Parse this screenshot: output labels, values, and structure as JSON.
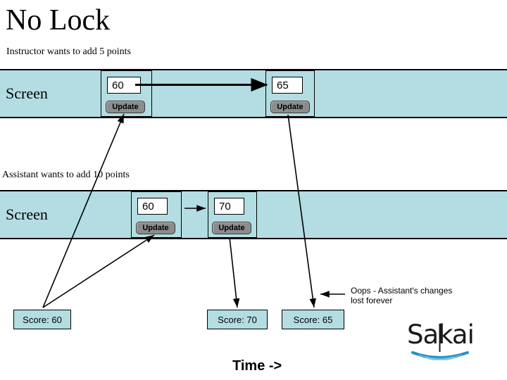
{
  "page": {
    "title": "No Lock",
    "time_axis_label": "Time ->"
  },
  "captions": {
    "instructor": "Instructor wants to add 5 points",
    "assistant": "Assistant wants to add 10 points"
  },
  "bands": [
    {
      "label": "Screen",
      "groups": [
        {
          "value": "60",
          "button_label": "Update"
        },
        {
          "value": "65",
          "button_label": "Update"
        }
      ]
    },
    {
      "label": "Screen",
      "groups": [
        {
          "value": "60",
          "button_label": "Update"
        },
        {
          "value": "70",
          "button_label": "Update"
        }
      ]
    }
  ],
  "scores": [
    {
      "label": "Score: 60"
    },
    {
      "label": "Score: 70"
    },
    {
      "label": "Score: 65"
    }
  ],
  "annotation": {
    "line1": "Oops - Assistant's changes",
    "line2": "lost forever"
  },
  "logo": {
    "wordmark": "Sakai",
    "ripple_color": "#2a8fbd"
  },
  "colors": {
    "band_fill": "#b3dde2",
    "score_fill": "#b3dde2",
    "button_fill": "#8c8c8c",
    "stroke": "#000000",
    "background": "#ffffff"
  }
}
